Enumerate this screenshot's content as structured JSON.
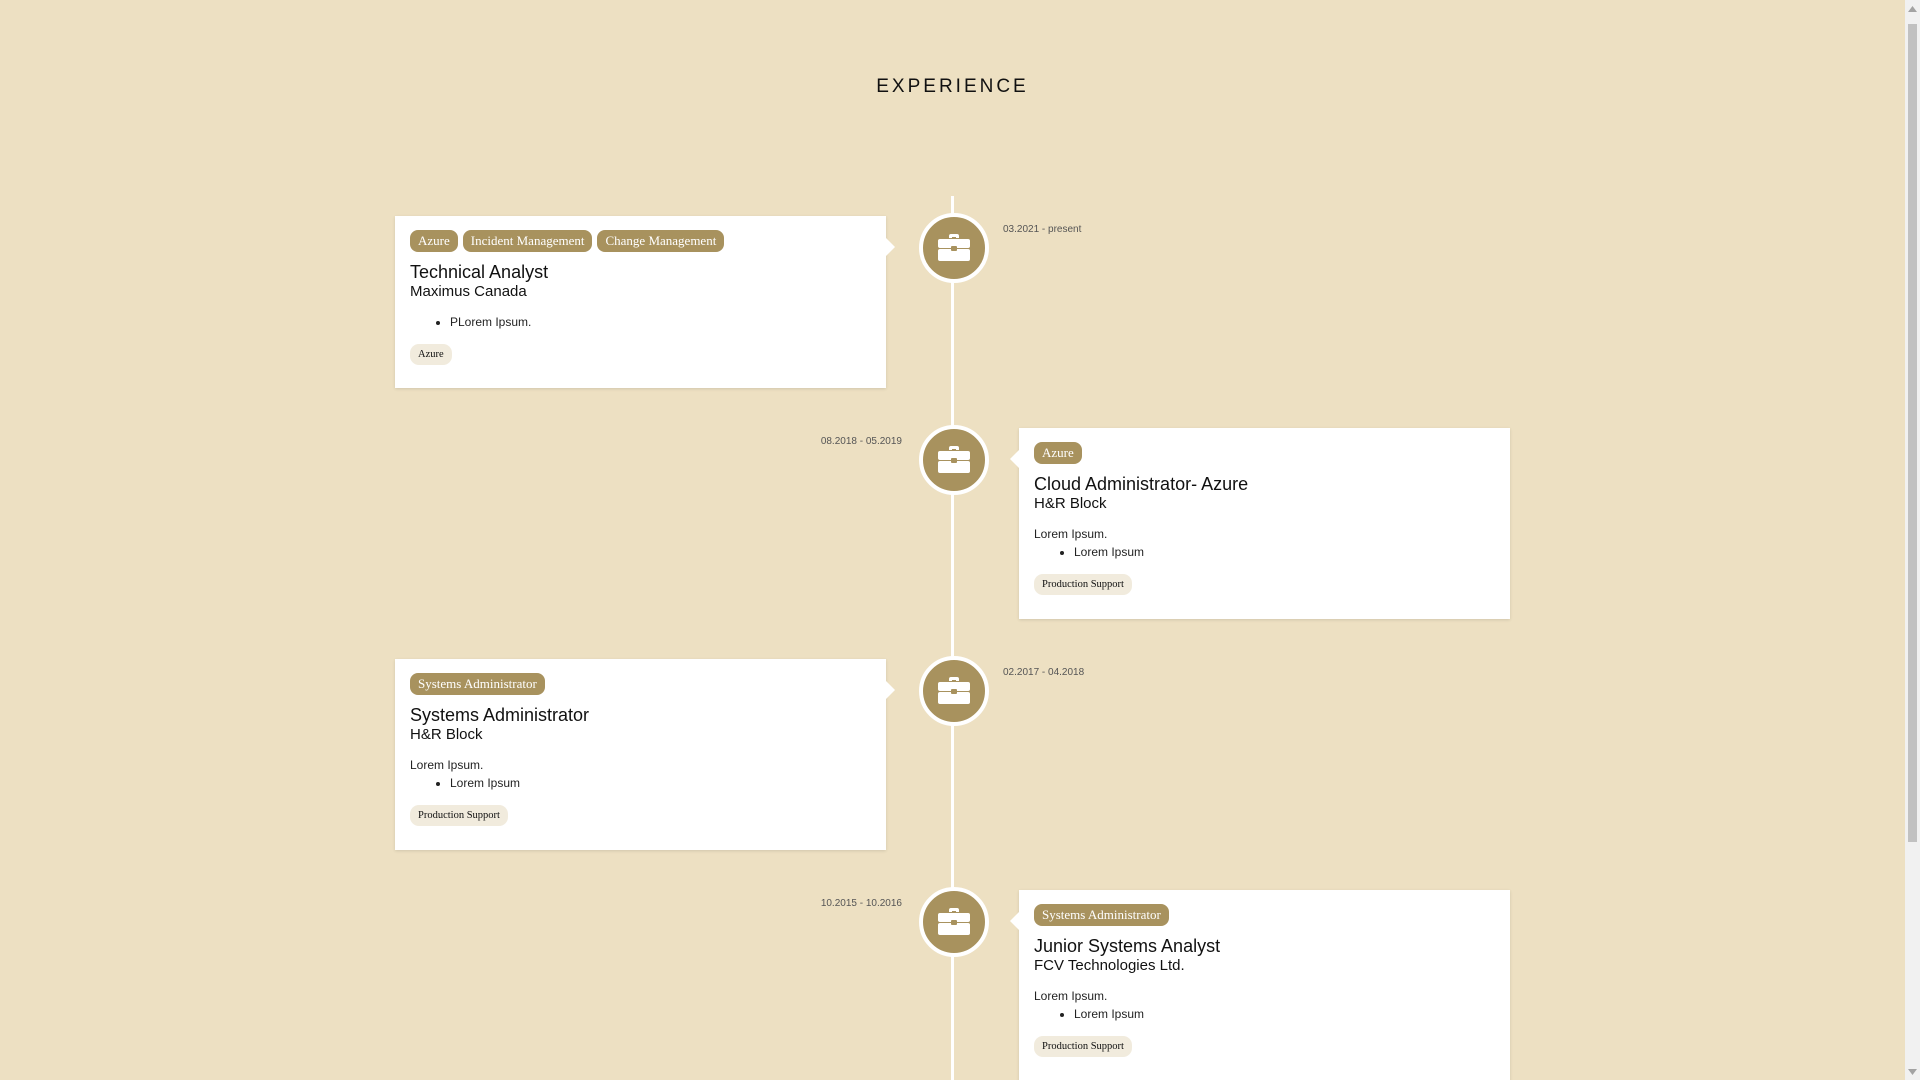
{
  "section": {
    "title": "EXPERIENCE"
  },
  "colors": {
    "accent": "#a8925e",
    "background": "#ede0c2",
    "card": "#ffffff",
    "skill_bg": "#f1ebdd"
  },
  "jobs": [
    {
      "date": "03.2021 - present",
      "tags": [
        "Azure",
        "Incident Management",
        "Change Management"
      ],
      "title": "Technical Analyst",
      "company": "Maximus Canada",
      "description": "",
      "bullets": [
        "PLorem Ipsum."
      ],
      "skills": [
        "Azure"
      ],
      "icon": "briefcase-icon"
    },
    {
      "date": "08.2018 - 05.2019",
      "tags": [
        "Azure"
      ],
      "title": "Cloud Administrator- Azure",
      "company": "H&R Block",
      "description": "Lorem Ipsum.",
      "bullets": [
        "Lorem Ipsum"
      ],
      "skills": [
        "Production Support"
      ],
      "icon": "briefcase-icon"
    },
    {
      "date": "02.2017 - 04.2018",
      "tags": [
        "Systems Administrator"
      ],
      "title": "Systems Administrator",
      "company": "H&R Block",
      "description": "Lorem Ipsum.",
      "bullets": [
        "Lorem Ipsum"
      ],
      "skills": [
        "Production Support"
      ],
      "icon": "briefcase-icon"
    },
    {
      "date": "10.2015 - 10.2016",
      "tags": [
        "Systems Administrator"
      ],
      "title": "Junior Systems Analyst",
      "company": "FCV Technologies Ltd.",
      "description": "Lorem Ipsum.",
      "bullets": [
        "Lorem Ipsum"
      ],
      "skills": [
        "Production Support"
      ],
      "icon": "briefcase-icon"
    }
  ]
}
